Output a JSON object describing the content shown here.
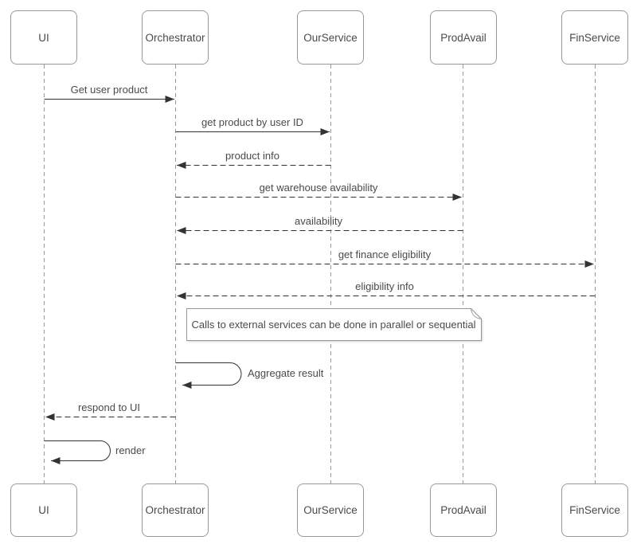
{
  "diagram": {
    "participants": [
      {
        "name": "UI"
      },
      {
        "name": "Orchestrator"
      },
      {
        "name": "OurService"
      },
      {
        "name": "ProdAvail"
      },
      {
        "name": "FinService"
      }
    ],
    "messages": [
      {
        "label": "Get user product",
        "from": "UI",
        "to": "Orchestrator",
        "line": "solid"
      },
      {
        "label": "get product by user ID",
        "from": "Orchestrator",
        "to": "OurService",
        "line": "solid"
      },
      {
        "label": "product info",
        "from": "OurService",
        "to": "Orchestrator",
        "line": "dashed"
      },
      {
        "label": "get warehouse availability",
        "from": "Orchestrator",
        "to": "ProdAvail",
        "line": "dashed"
      },
      {
        "label": "availability",
        "from": "ProdAvail",
        "to": "Orchestrator",
        "line": "dashed"
      },
      {
        "label": "get finance eligibility",
        "from": "Orchestrator",
        "to": "FinService",
        "line": "dashed"
      },
      {
        "label": "eligibility info",
        "from": "FinService",
        "to": "Orchestrator",
        "line": "dashed"
      },
      {
        "label": "Aggregate result",
        "from": "Orchestrator",
        "to": "Orchestrator",
        "line": "self"
      },
      {
        "label": "respond to UI",
        "from": "Orchestrator",
        "to": "UI",
        "line": "dashed"
      },
      {
        "label": "render",
        "from": "UI",
        "to": "UI",
        "line": "self"
      }
    ],
    "note": {
      "text": "Calls to external services can be done in parallel or sequential"
    },
    "colors": {
      "background": "#ffffff",
      "box_border": "#999999",
      "lifeline": "#999999",
      "arrow": "#333333",
      "text": "#4a4a4a"
    }
  }
}
